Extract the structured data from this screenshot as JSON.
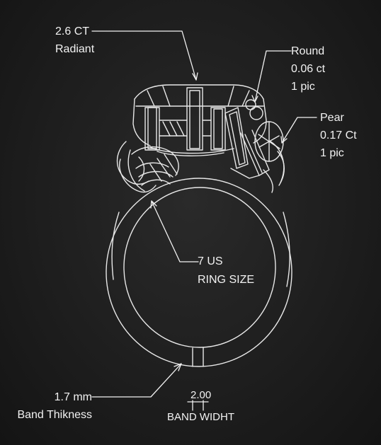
{
  "callouts": {
    "center_stone": {
      "line1": "2.6 CT",
      "line2": "Radiant"
    },
    "round_stone": {
      "line1": "Round",
      "line2": "0.06 ct",
      "line3": "1 pic"
    },
    "pear_stone": {
      "line1": "Pear",
      "line2": "0.17 Ct",
      "line3": "1 pic"
    },
    "ring_size": {
      "line1": "7 US",
      "line2": "RING SIZE"
    },
    "band_thickness": {
      "line1": "1.7 mm",
      "line2": "Band Thikness"
    },
    "band_width": {
      "value": "2.00",
      "label": "BAND WIDHT"
    }
  },
  "colors": {
    "background": "#1e1e1e",
    "chalk": "#f2f2f2"
  }
}
